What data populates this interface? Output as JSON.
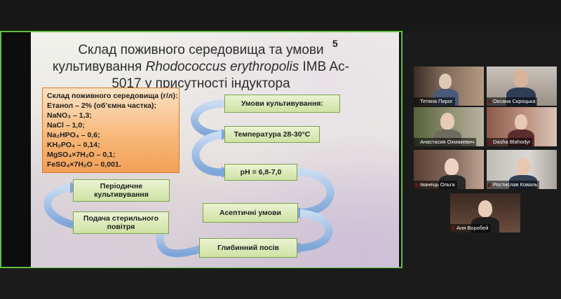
{
  "slide": {
    "number": "5",
    "title_line1": "Склад поживного середовища та умови",
    "title_line2_prefix": "культивування ",
    "title_species": "Rhodococcus erythropolis",
    "title_line2_suffix": " IMB Ac-",
    "title_line3": "5017 у присутності індуктора",
    "medium": {
      "header": "Склад поживного середовища (г/л):",
      "items": [
        "Етанол – 2% (об’ємна частка);",
        "NaNO₃ – 1,3;",
        "NaCl – 1,0;",
        "Na₂HPO₄ – 0,6;",
        "KH₂PO₄ – 0,14;",
        "MgSO₄×7H₂O – 0,1;",
        "FeSO₄×7H₂O – 0,001."
      ]
    },
    "conditions": {
      "header": "Умови культивування:",
      "temperature": "Температура 28-30°C",
      "ph": "pH = 6,8-7,0",
      "aseptic": "Асептичні умови",
      "deep": "Глибинний посів",
      "sterile_air": "Подача стерильного повітря",
      "periodic": "Періодичне культивування"
    }
  },
  "participants": [
    {
      "name": "Тетяна Пирог",
      "muted": false,
      "active": false
    },
    {
      "name": "Оксана Скроцька",
      "muted": true,
      "active": false
    },
    {
      "name": "Анастасия Охмакевич",
      "muted": false,
      "active": true
    },
    {
      "name": "Dasha Blahodyr",
      "muted": true,
      "active": false
    },
    {
      "name": "Іванець Ольга",
      "muted": true,
      "active": false
    },
    {
      "name": "Ростислав Коваль",
      "muted": true,
      "active": false
    },
    {
      "name": "Аня Воробей",
      "muted": true,
      "active": false
    }
  ],
  "colors": {
    "share_border": "#5ec23f",
    "active_speaker": "#c7d23a",
    "muted_icon": "#e23b3b",
    "arrow": "#9bbbe3"
  }
}
